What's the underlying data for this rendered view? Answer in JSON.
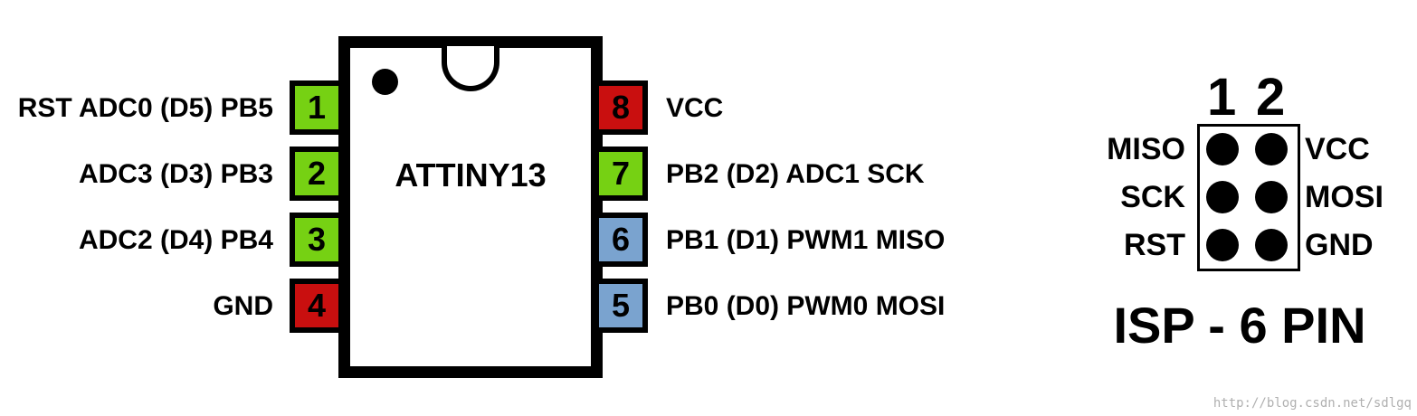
{
  "chip": {
    "name": "ATTINY13"
  },
  "left_pins": [
    {
      "number": "1",
      "label": "RST ADC0 (D5) PB5",
      "color": "#76d113"
    },
    {
      "number": "2",
      "label": "ADC3 (D3) PB3",
      "color": "#76d113"
    },
    {
      "number": "3",
      "label": "ADC2 (D4) PB4",
      "color": "#76d113"
    },
    {
      "number": "4",
      "label": "GND",
      "color": "#c90f0f"
    }
  ],
  "right_pins": [
    {
      "number": "8",
      "label": "VCC",
      "color": "#c90f0f"
    },
    {
      "number": "7",
      "label": "PB2 (D2) ADC1 SCK",
      "color": "#76d113"
    },
    {
      "number": "6",
      "label": "PB1 (D1) PWM1 MISO",
      "color": "#7aa3cf"
    },
    {
      "number": "5",
      "label": "PB0 (D0) PWM0 MOSI",
      "color": "#7aa3cf"
    }
  ],
  "isp": {
    "col1": "1",
    "col2": "2",
    "left_labels": [
      "MISO",
      "SCK",
      "RST"
    ],
    "right_labels": [
      "VCC",
      "MOSI",
      "GND"
    ],
    "title": "ISP - 6 PIN"
  },
  "watermark": "http://blog.csdn.net/sdlgq"
}
